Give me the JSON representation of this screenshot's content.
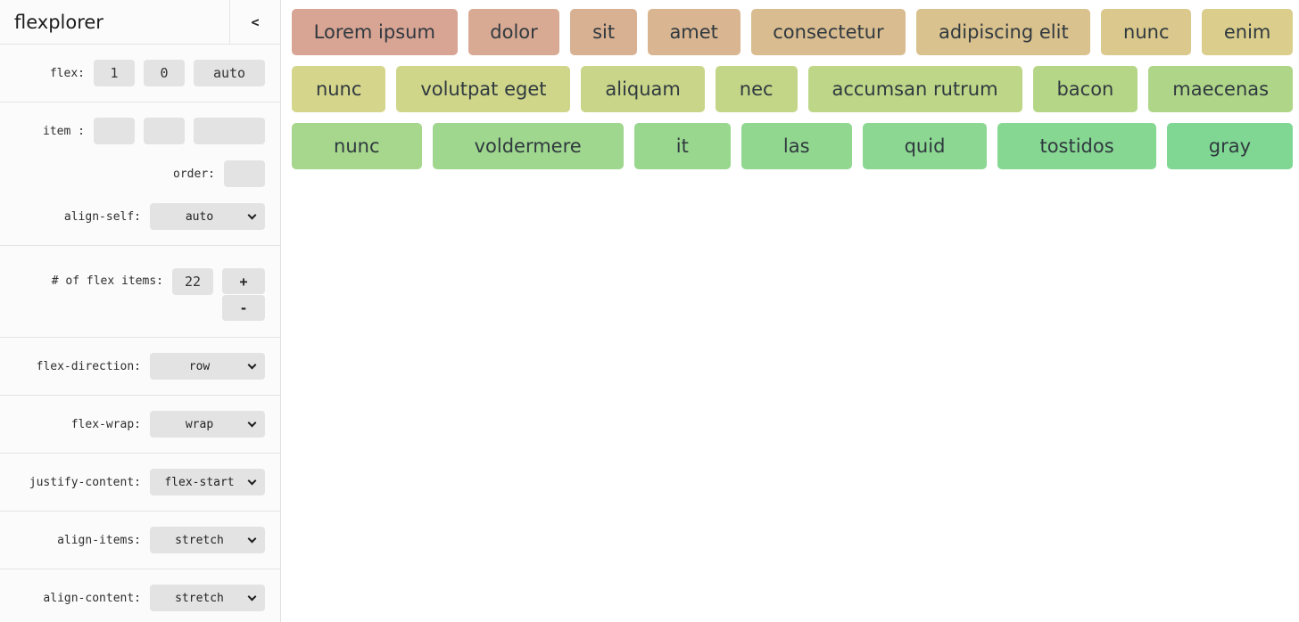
{
  "sidebar": {
    "title": "flexplorer",
    "collapse_label": "<",
    "flex": {
      "label": "flex:",
      "values": [
        "1",
        "0",
        "auto"
      ]
    },
    "item": {
      "label": "item :",
      "values": [
        "",
        "",
        ""
      ]
    },
    "order": {
      "label": "order:",
      "value": ""
    },
    "align_self": {
      "label": "align-self:",
      "value": "auto"
    },
    "num_items": {
      "label": "# of flex items:",
      "value": "22",
      "increment_label": "+",
      "decrement_label": "-"
    },
    "flex_direction": {
      "label": "flex-direction:",
      "value": "row"
    },
    "flex_wrap": {
      "label": "flex-wrap:",
      "value": "wrap"
    },
    "justify_content": {
      "label": "justify-content:",
      "value": "flex-start"
    },
    "align_items": {
      "label": "align-items:",
      "value": "stretch"
    },
    "align_content": {
      "label": "align-content:",
      "value": "stretch"
    }
  },
  "main": {
    "rows": [
      [
        {
          "label": "Lorem ipsum",
          "color": "#d8a494"
        },
        {
          "label": "dolor",
          "color": "#d8aa93"
        },
        {
          "label": "sit",
          "color": "#d8b092"
        },
        {
          "label": "amet",
          "color": "#d9b691"
        },
        {
          "label": "consectetur",
          "color": "#d9bc90"
        },
        {
          "label": "adipiscing elit",
          "color": "#dac28e"
        },
        {
          "label": "nunc",
          "color": "#dac88d"
        },
        {
          "label": "enim",
          "color": "#dbce8c"
        }
      ],
      [
        {
          "label": "nunc",
          "color": "#d5d58b"
        },
        {
          "label": "volutpat eget",
          "color": "#cfd68a"
        },
        {
          "label": "aliquam",
          "color": "#c9d689"
        },
        {
          "label": "nec",
          "color": "#c3d688"
        },
        {
          "label": "accumsan rutrum",
          "color": "#bdd687"
        },
        {
          "label": "bacon",
          "color": "#b6d687"
        },
        {
          "label": "maecenas",
          "color": "#afd688"
        }
      ],
      [
        {
          "label": "nunc",
          "color": "#a6d78d"
        },
        {
          "label": "voldermere",
          "color": "#9fd78e"
        },
        {
          "label": "it",
          "color": "#99d78f"
        },
        {
          "label": "las",
          "color": "#92d790"
        },
        {
          "label": "quid",
          "color": "#8cd791"
        },
        {
          "label": "tostidos",
          "color": "#86d792"
        },
        {
          "label": "gray",
          "color": "#80d793"
        }
      ]
    ]
  },
  "colors": {
    "input_bg": "#e3e3e3",
    "sidebar_bg": "#fbfbfb",
    "divider": "#e4e4e4",
    "item_text": "#30393f"
  }
}
